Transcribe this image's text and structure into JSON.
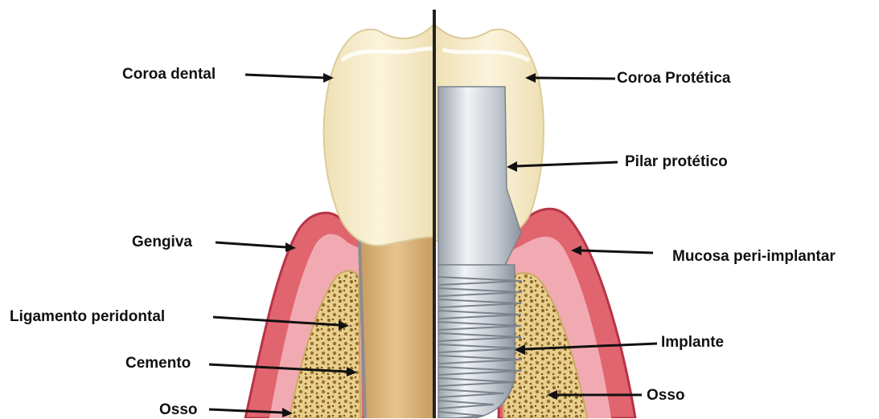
{
  "diagram": {
    "left_labels": {
      "crown": "Coroa dental",
      "gum": "Gengiva",
      "ligament": "Ligamento peridontal",
      "cementum": "Cemento",
      "bone": "Osso"
    },
    "right_labels": {
      "crown": "Coroa Protética",
      "abutment": "Pilar protético",
      "mucosa": "Mucosa peri-implantar",
      "implant": "Implante",
      "bone": "Osso"
    },
    "colors": {
      "gum": "#e0656f",
      "gum_light": "#f2aab2",
      "gum_dark": "#b83446",
      "bone": "#e8cf8e",
      "bone_spot": "#8a6224",
      "crown": "#f5ebc9",
      "root": "#d9b27c",
      "metal": "#c7ccd3",
      "divider": "#222222",
      "arrow": "#111111"
    }
  }
}
